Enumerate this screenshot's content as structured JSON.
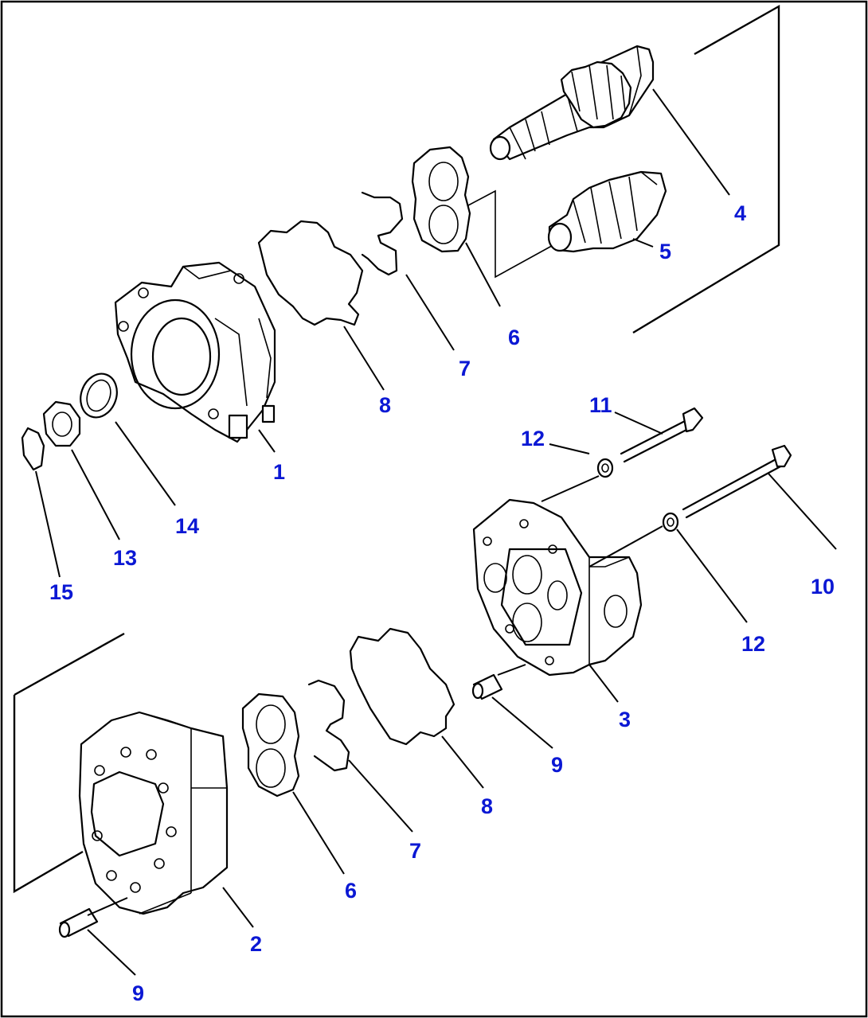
{
  "diagram": {
    "callouts": [
      {
        "id": "c4",
        "text": "4"
      },
      {
        "id": "c5",
        "text": "5"
      },
      {
        "id": "c6a",
        "text": "6"
      },
      {
        "id": "c7a",
        "text": "7"
      },
      {
        "id": "c8a",
        "text": "8"
      },
      {
        "id": "c1",
        "text": "1"
      },
      {
        "id": "c14",
        "text": "14"
      },
      {
        "id": "c13",
        "text": "13"
      },
      {
        "id": "c15",
        "text": "15"
      },
      {
        "id": "c11",
        "text": "11"
      },
      {
        "id": "c12a",
        "text": "12"
      },
      {
        "id": "c10",
        "text": "10"
      },
      {
        "id": "c12b",
        "text": "12"
      },
      {
        "id": "c3",
        "text": "3"
      },
      {
        "id": "c9a",
        "text": "9"
      },
      {
        "id": "c8b",
        "text": "8"
      },
      {
        "id": "c7b",
        "text": "7"
      },
      {
        "id": "c6b",
        "text": "6"
      },
      {
        "id": "c2",
        "text": "2"
      },
      {
        "id": "c9b",
        "text": "9"
      }
    ],
    "callout_color": "#0b18d4",
    "line_color": "#000000"
  }
}
